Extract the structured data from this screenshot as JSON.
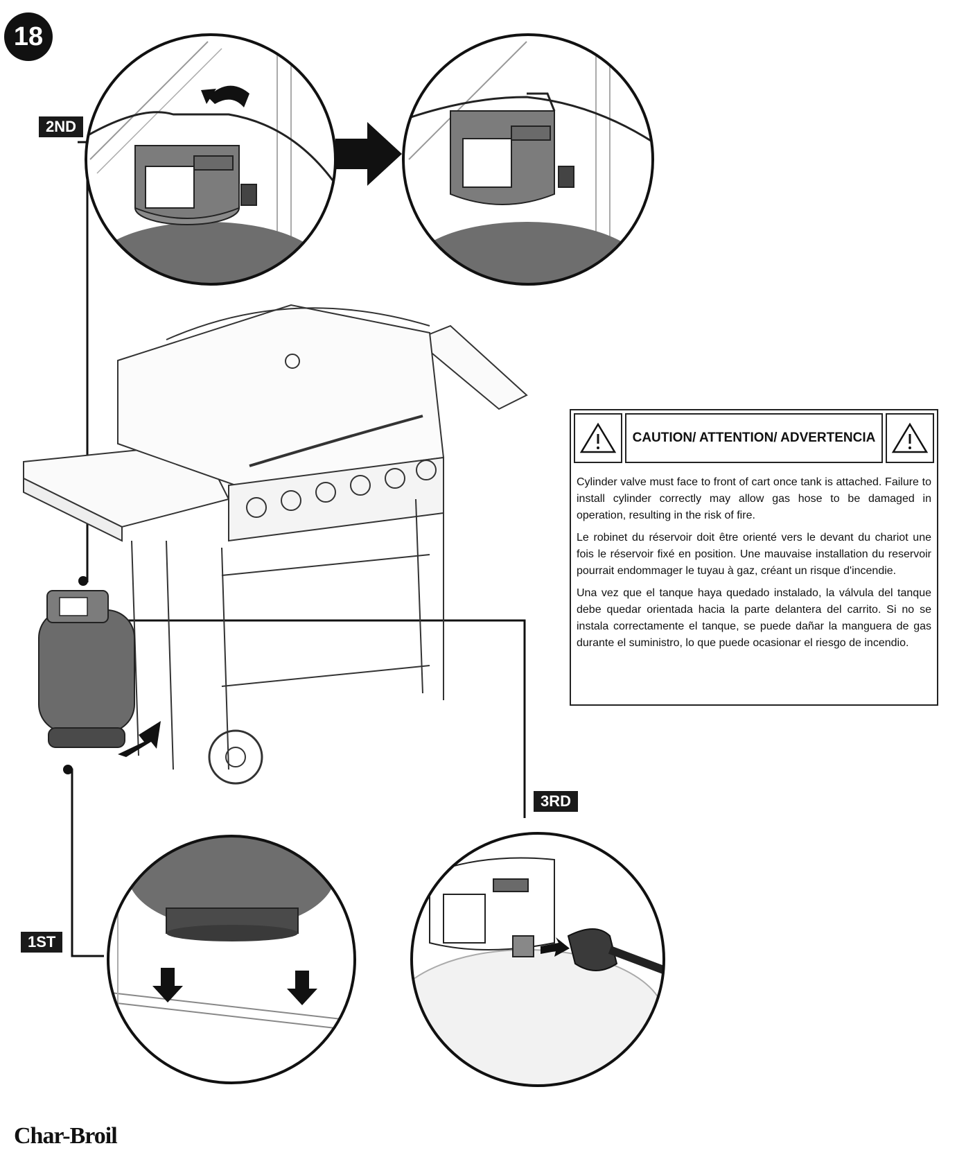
{
  "step": {
    "number": "18"
  },
  "labels": {
    "second": "2ND",
    "third": "3RD",
    "first": "1ST"
  },
  "caution": {
    "title": "CAUTION/ ATTENTION/ ADVERTENCIA",
    "english": "Cylinder valve must face to front of cart once tank is attached. Failure to install cylinder correctly may allow gas hose to be damaged in operation, resulting in the risk of fire.",
    "french": "Le robinet du réservoir doit être orienté vers le devant du chariot une fois le réservoir fixé en position. Une mauvaise installation du reservoir pourrait endommager le tuyau à gaz, créant un risque d'incendie.",
    "spanish": "Una vez que el tanque haya quedado instalado, la válvula del tanque debe quedar orientada hacia la parte delantera del carrito. Si no se instala correctamente el tanque, se puede dañar la manguera de gas durante el suministro, lo que puede ocasionar el riesgo de incendio."
  },
  "brand": {
    "name": "Char-Broil"
  },
  "colors": {
    "ink": "#1a1a1a",
    "tank": "#6b6b6b",
    "tank_dark": "#4a4a4a",
    "line": "#555555"
  }
}
